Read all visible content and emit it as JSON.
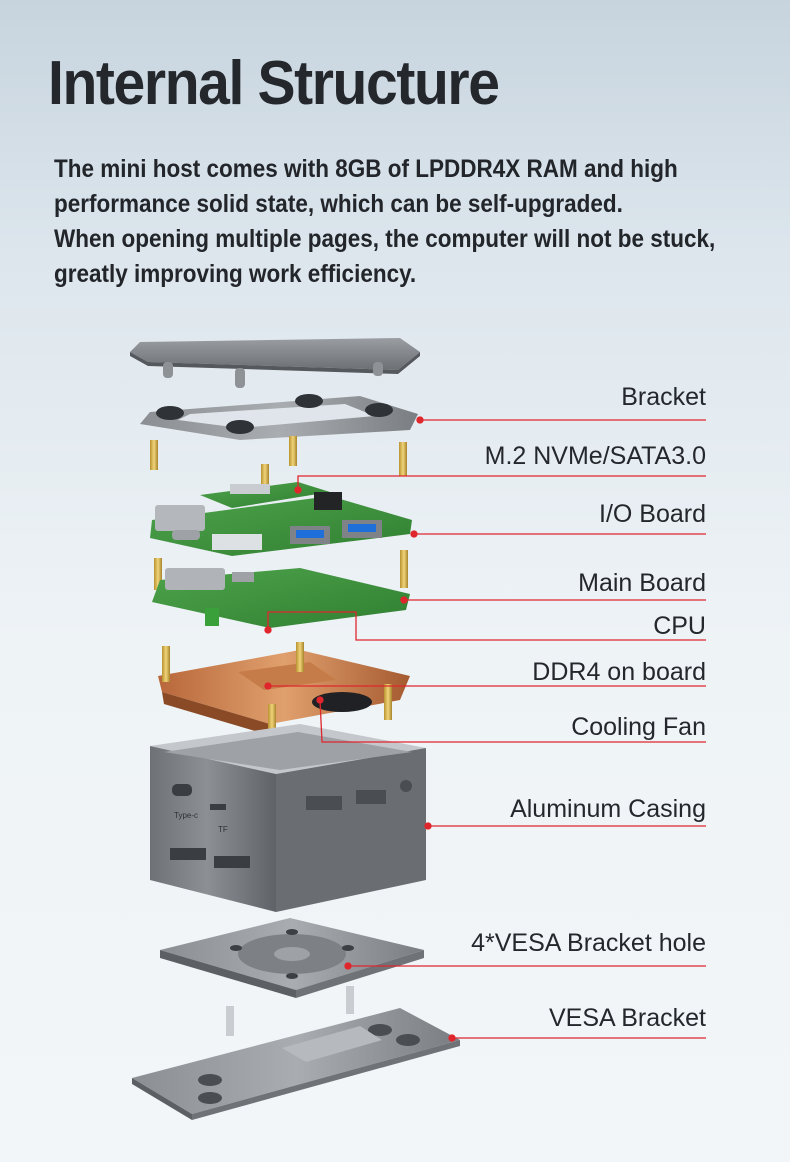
{
  "header": {
    "title": "Internal Structure"
  },
  "description": {
    "lines": [
      "The mini host comes with 8GB of LPDDR4X RAM and high",
      "performance solid state, which can be self-upgraded.",
      "When opening multiple pages, the computer will not be stuck,",
      "greatly improving work efficiency."
    ]
  },
  "diagram": {
    "callouts": [
      "Bracket",
      "M.2 NVMe/SATA3.0",
      "I/O Board",
      "Main Board",
      "CPU",
      "DDR4 on board",
      "Cooling Fan",
      "Aluminum Casing",
      "4*VESA Bracket hole",
      "VESA Bracket"
    ],
    "casing_markings": {
      "typec": "Type-c",
      "tf": "TF"
    },
    "leader_color": "#e0262d"
  }
}
